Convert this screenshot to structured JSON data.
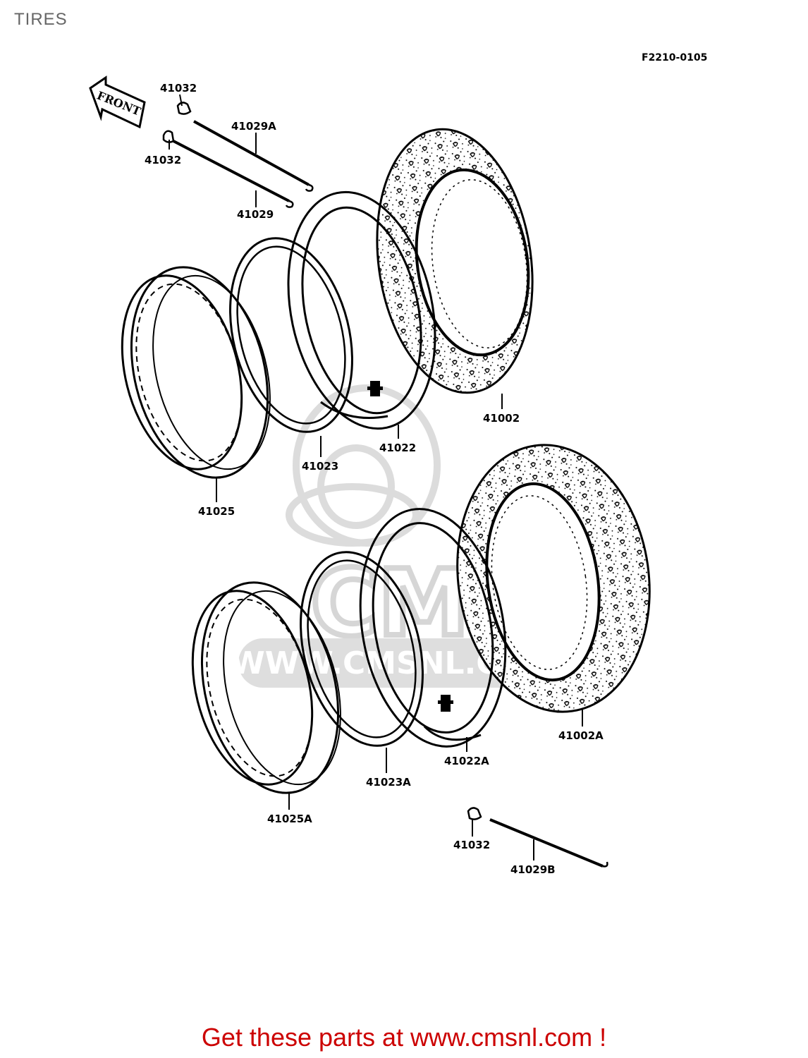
{
  "page": {
    "title": "TIRES",
    "diagram_code": "F2210-0105",
    "front_label": "FRONT"
  },
  "parts": [
    {
      "id": "p41032-a",
      "label": "41032"
    },
    {
      "id": "p41029A",
      "label": "41029A"
    },
    {
      "id": "p41032-b",
      "label": "41032"
    },
    {
      "id": "p41029",
      "label": "41029"
    },
    {
      "id": "p41002",
      "label": "41002"
    },
    {
      "id": "p41022",
      "label": "41022"
    },
    {
      "id": "p41023",
      "label": "41023"
    },
    {
      "id": "p41025",
      "label": "41025"
    },
    {
      "id": "p41002A",
      "label": "41002A"
    },
    {
      "id": "p41022A",
      "label": "41022A"
    },
    {
      "id": "p41023A",
      "label": "41023A"
    },
    {
      "id": "p41025A",
      "label": "41025A"
    },
    {
      "id": "p41032-c",
      "label": "41032"
    },
    {
      "id": "p41029B",
      "label": "41029B"
    }
  ],
  "watermark": {
    "brand": "CMS",
    "url": "WWW.CMSNL.COM",
    "color": "#d8d8d8"
  },
  "footer": {
    "text": "Get these parts at www.cmsnl.com !",
    "color": "#cc0000"
  }
}
